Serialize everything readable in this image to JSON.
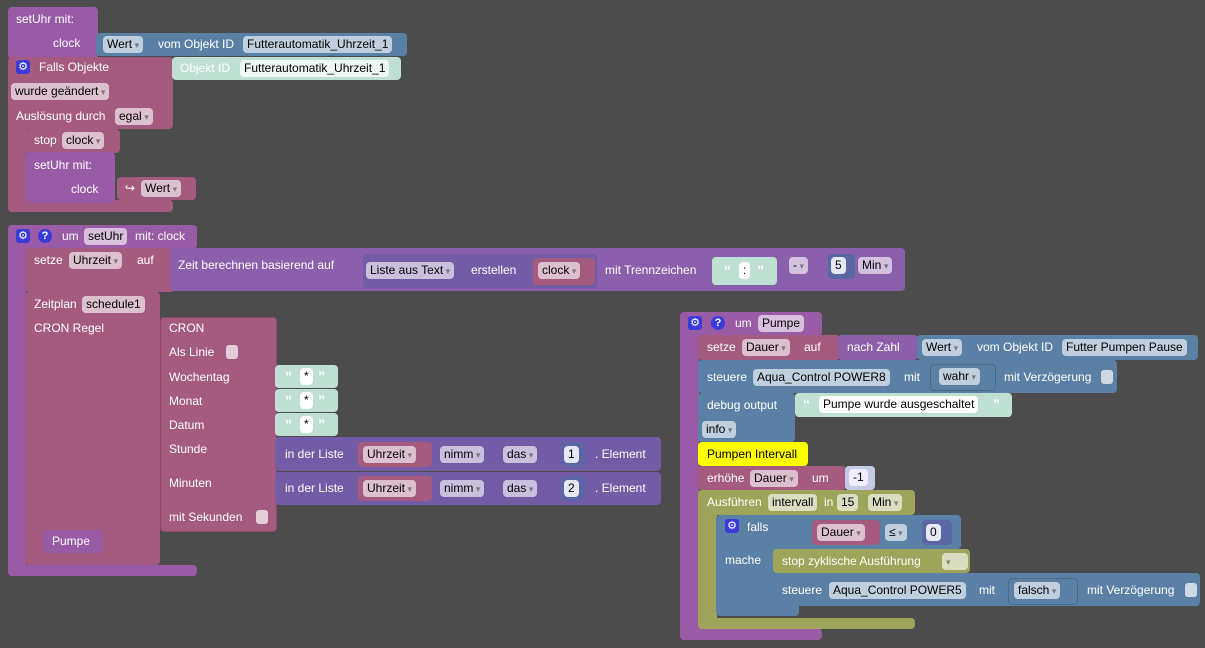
{
  "call_setuhr": {
    "label": "setUhr  mit:",
    "param": "clock",
    "dropdown": "Wert",
    "vom": "vom Objekt ID",
    "object_id": "Futterautomatik_Uhrzeit_1"
  },
  "trigger": {
    "label": "Falls Objekte",
    "object_label": "Objekt ID",
    "object_id": "Futterautomatik_Uhrzeit_1",
    "condition": "wurde geändert",
    "trigger_label": "Auslösung durch",
    "trigger_value": "egal",
    "stop_label": "stop",
    "stop_value": "clock",
    "call_label": "setUhr  mit:",
    "call_param": "clock",
    "arrow": "↪",
    "value": "Wert"
  },
  "func_setuhr": {
    "um": "um",
    "name": "setUhr",
    "suffix": "mit: clock",
    "setze": "setze",
    "var": "Uhrzeit",
    "auf": "auf",
    "calc": "Zeit berechnen  basierend auf",
    "list_from_text": "Liste aus Text",
    "erstellen": "erstellen",
    "clock": "clock",
    "separator_label": "mit Trennzeichen",
    "separator": ":",
    "open_q": "“",
    "close_q": "”",
    "op": "-",
    "amount": "5",
    "unit": "Min",
    "zeitplan": "Zeitplan",
    "schedule": "schedule1",
    "cron_regel": "CRON Regel",
    "cron": "CRON",
    "als_linie": "Als Linie",
    "wochentag": "Wochentag",
    "monat": "Monat",
    "datum": "Datum",
    "stunde": "Stunde",
    "minuten": "Minuten",
    "mit_sekunden": "mit Sekunden",
    "star": "*",
    "in_der_liste": "in der Liste",
    "list_var": "Uhrzeit",
    "nimm": "nimm",
    "das": "das",
    "idx1": "1",
    "idx2": "2",
    "element": ".  Element",
    "call_pumpe": "Pumpe"
  },
  "func_pumpe": {
    "um": "um",
    "name": "Pumpe",
    "setze": "setze",
    "var": "Dauer",
    "auf": "auf",
    "nach_zahl": "nach Zahl",
    "wert": "Wert",
    "vom": "vom Objekt ID",
    "object_id": "Futter Pumpen Pause",
    "steuere": "steuere",
    "device1": "Aqua_Control POWER8",
    "mit": "mit",
    "val1": "wahr",
    "delay": "mit Verzögerung",
    "debug": "debug output",
    "message": "Pumpe wurde ausgeschaltet",
    "level": "info",
    "comment": "Pumpen Intervall",
    "erhoehe": "erhöhe",
    "um_label": "um",
    "step": "-1",
    "ausfuehren": "Ausführen",
    "interval_name": "intervall",
    "in": "in",
    "interval_value": "15",
    "interval_unit": "Min",
    "falls": "falls",
    "cmp_var": "Dauer",
    "cmp_op": "≤",
    "cmp_val": "0",
    "mache": "mache",
    "stop_cyclic": "stop zyklische Ausführung",
    "device2": "Aqua_Control POWER5",
    "val2": "falsch"
  },
  "colors": {
    "background": "#4c4c4c",
    "procedure": "#995ba5",
    "variable": "#a55b80",
    "ioBroker": "#5b80a5",
    "text": "#bfdfd2",
    "list": "#745ba5",
    "timer": "#9ea55b",
    "comment": "#ffff00"
  }
}
